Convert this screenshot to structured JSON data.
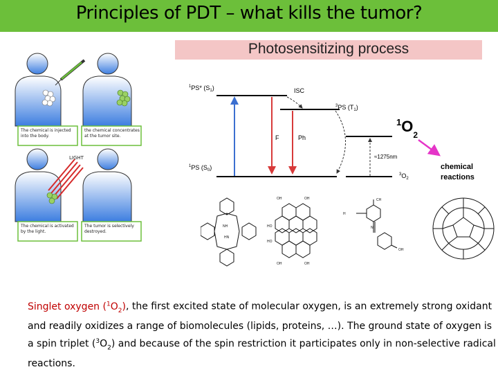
{
  "slide": {
    "title": "Principles of PDT – what kills the tumor?"
  },
  "figure": {
    "header": "Photosensitizing process",
    "panels": [
      {
        "text": "The chemical is injected into the body."
      },
      {
        "text": "the chemical concentrates at the tumor site."
      },
      {
        "text": "The chemical is activated by the light."
      },
      {
        "text": "The tumor is selectively destroyed."
      }
    ],
    "light_label": "LIGHT",
    "diagram": {
      "s1_label": "PS* (S",
      "s1_sub": "1",
      "s1_sup": "1",
      "t1_label": "PS (T",
      "t1_sub": "1",
      "t1_sup": "3",
      "s0_label": "PS (S",
      "s0_sub": "0",
      "s0_sup": "1",
      "isc": "ISC",
      "f": "F",
      "ph": "Ph",
      "singlet_o2_sup": "1",
      "singlet_o2": "O",
      "singlet_o2_sub": "2",
      "energy": "≈1275nm",
      "triplet_o2_sup": "3",
      "triplet_o2": "O",
      "triplet_o2_sub": "2",
      "chemical_reactions_1": "chemical",
      "chemical_reactions_2": "reactions",
      "colors": {
        "excitation": "#3b6fd0",
        "emission": "#d73a3a",
        "arrow_magenta": "#e535c8"
      }
    },
    "structure_labels": {
      "oh": "OH",
      "ho": "HO",
      "ch3": "CH",
      "three": "3",
      "h3c": "H",
      "n": "N",
      "nh": "NH",
      "hn": "HN"
    }
  },
  "caption": {
    "lead": "Singlet oxygen (",
    "lead_sup": "1",
    "lead_o": "O",
    "lead_sub": "2",
    "lead_close": ")",
    "part1": ", the first excited state of molecular oxygen, is an extremely strong oxidant and readily oxidizes a range of biomolecules (lipids, proteins, …). The ground state of oxygen is a spin triplet (",
    "sup3": "3",
    "o": "O",
    "sub2": "2",
    "part2": ") and because of the spin restriction it participates only in non-selective radical reactions."
  }
}
